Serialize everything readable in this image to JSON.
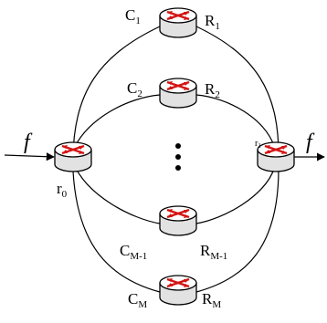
{
  "diagram": {
    "flow_in_label": "f",
    "flow_out_label": "f",
    "source_router": {
      "base": "r",
      "sub": "0"
    },
    "dest_router": {
      "base": "r",
      "sub": "1"
    },
    "paths": [
      {
        "channel": {
          "base": "C",
          "sub": "1"
        },
        "router": {
          "base": "R",
          "sub": "1"
        }
      },
      {
        "channel": {
          "base": "C",
          "sub": "2"
        },
        "router": {
          "base": "R",
          "sub": "2"
        }
      },
      {
        "channel": {
          "base": "C",
          "sub": "M-1"
        },
        "router": {
          "base": "R",
          "sub": "M-1"
        }
      },
      {
        "channel": {
          "base": "C",
          "sub": "M"
        },
        "router": {
          "base": "R",
          "sub": "M"
        }
      }
    ],
    "colors": {
      "router_top": "#ffffff",
      "router_side": "#e2e2e2",
      "router_arrows": "#d41414",
      "line": "#000000"
    }
  }
}
